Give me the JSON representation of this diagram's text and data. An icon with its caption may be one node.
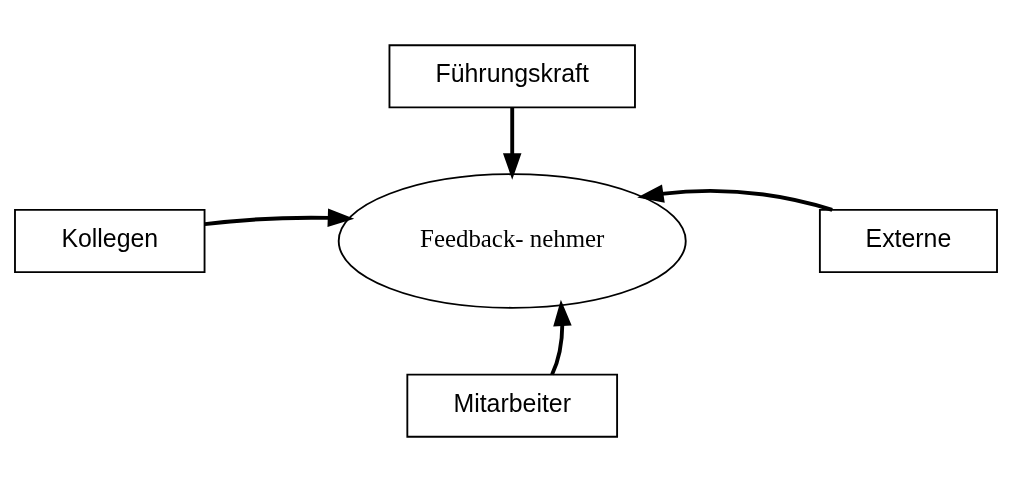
{
  "diagram": {
    "nodes": [
      {
        "text": [
          "Führungskraft"
        ]
      },
      {
        "text": [
          "Kollegen"
        ]
      },
      {
        "text": [
          "Feedback- nehmer"
        ]
      },
      {
        "text": [
          "Externe"
        ]
      },
      {
        "text": [
          "Mitarbeiter"
        ]
      }
    ],
    "edges": [
      {
        "from": 0,
        "to": 2,
        "arrow": "to"
      },
      {
        "from": 1,
        "to": 2,
        "arrow": "to"
      },
      {
        "from": 3,
        "to": 2,
        "arrow": "to"
      },
      {
        "from": 4,
        "to": 2,
        "arrow": "to"
      }
    ]
  }
}
